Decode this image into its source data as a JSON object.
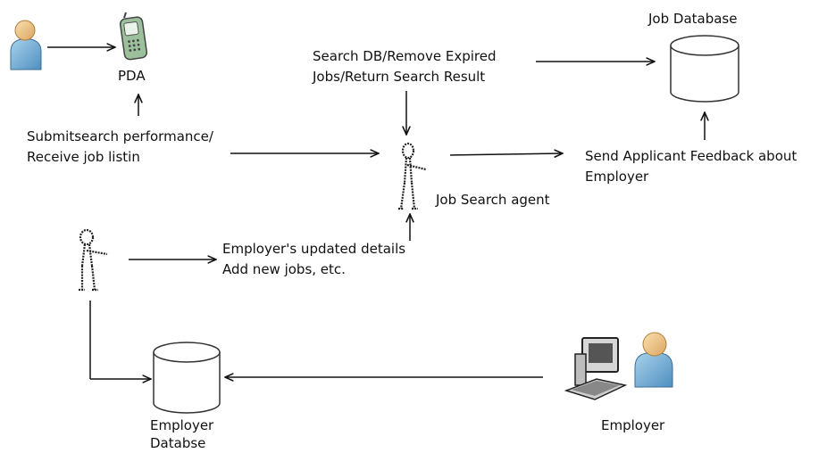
{
  "labels": {
    "pda": "PDA",
    "job_database": "Job Database",
    "search_db": [
      "Search DB/Remove Expired",
      "Jobs/Return Search Result"
    ],
    "submit_search": [
      "Submitsearch performance/",
      "Receive job listin"
    ],
    "send_feedback": [
      "Send Applicant Feedback about",
      "Employer"
    ],
    "job_search_agent": "Job Search agent",
    "employer_updates": [
      "Employer's updated details",
      "Add new jobs, etc."
    ],
    "employer_database": [
      "Employer",
      "Databse"
    ],
    "employer": "Employer"
  },
  "icons": [
    "applicant-person-icon",
    "pda-phone-icon",
    "database-cylinder-icon",
    "stick-figure-agent-icon",
    "stick-figure-employer-icon",
    "computer-icon",
    "employer-person-icon"
  ],
  "colors": {
    "person_body": "#7FB6D8",
    "person_head": "#F0C890",
    "line": "#111111"
  }
}
